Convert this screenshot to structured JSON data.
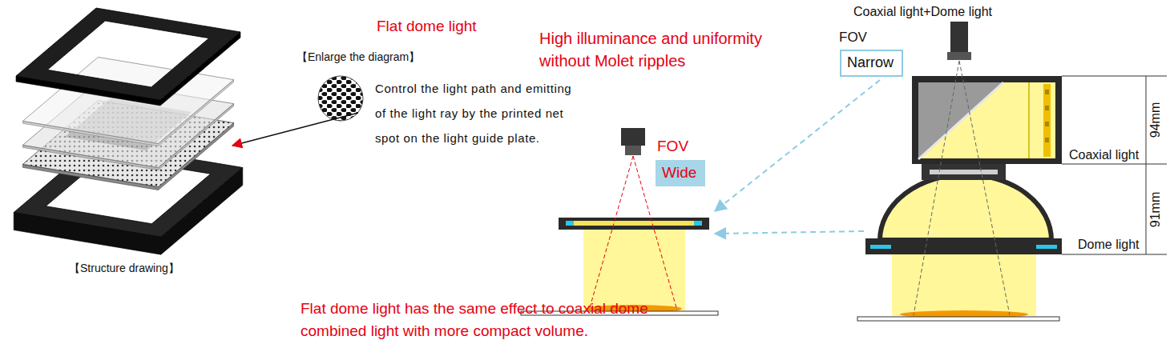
{
  "diagram": {
    "title": "Flat dome light",
    "caption": "Flat dome light has the same effect to coaxial dome combined light with more compact volume.",
    "nodes": [
      {
        "text": [
          "Wide"
        ]
      },
      {
        "text": [
          "Narrow"
        ]
      }
    ],
    "labels": [
      "【Enlarge the diagram】",
      "Control the light path and emitting of the light ray by the printed net spot on the light guide plate.",
      "【Structure drawing】",
      "High illuminance and uniformity without Molet ripples",
      "FOV",
      "Coaxial light+Dome light",
      "FOV",
      "94mm",
      "Coaxial light",
      "91mm",
      "Dome light"
    ]
  }
}
